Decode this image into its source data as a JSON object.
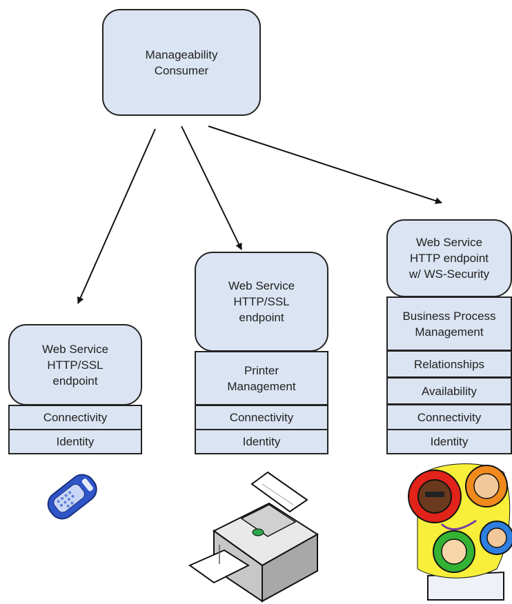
{
  "consumer": {
    "label": "Manageability\nConsumer"
  },
  "endpoints": [
    {
      "endpoint_label": "Web Service\nHTTP/SSL\nendpoint",
      "layers": [
        "Connectivity",
        "Identity"
      ],
      "device_icon": "mobile-phone-icon"
    },
    {
      "endpoint_label": "Web Service\nHTTP/SSL\nendpoint",
      "layers": [
        "Printer\nManagement",
        "Connectivity",
        "Identity"
      ],
      "device_icon": "printer-icon"
    },
    {
      "endpoint_label": "Web Service\nHTTP endpoint\nw/ WS-Security",
      "layers": [
        "Business Process\nManagement",
        "Relationships",
        "Availability",
        "Connectivity",
        "Identity"
      ],
      "device_icon": "business-process-gears-icon"
    }
  ],
  "colors": {
    "box_fill": "#dbe4f2",
    "border": "#222222"
  }
}
